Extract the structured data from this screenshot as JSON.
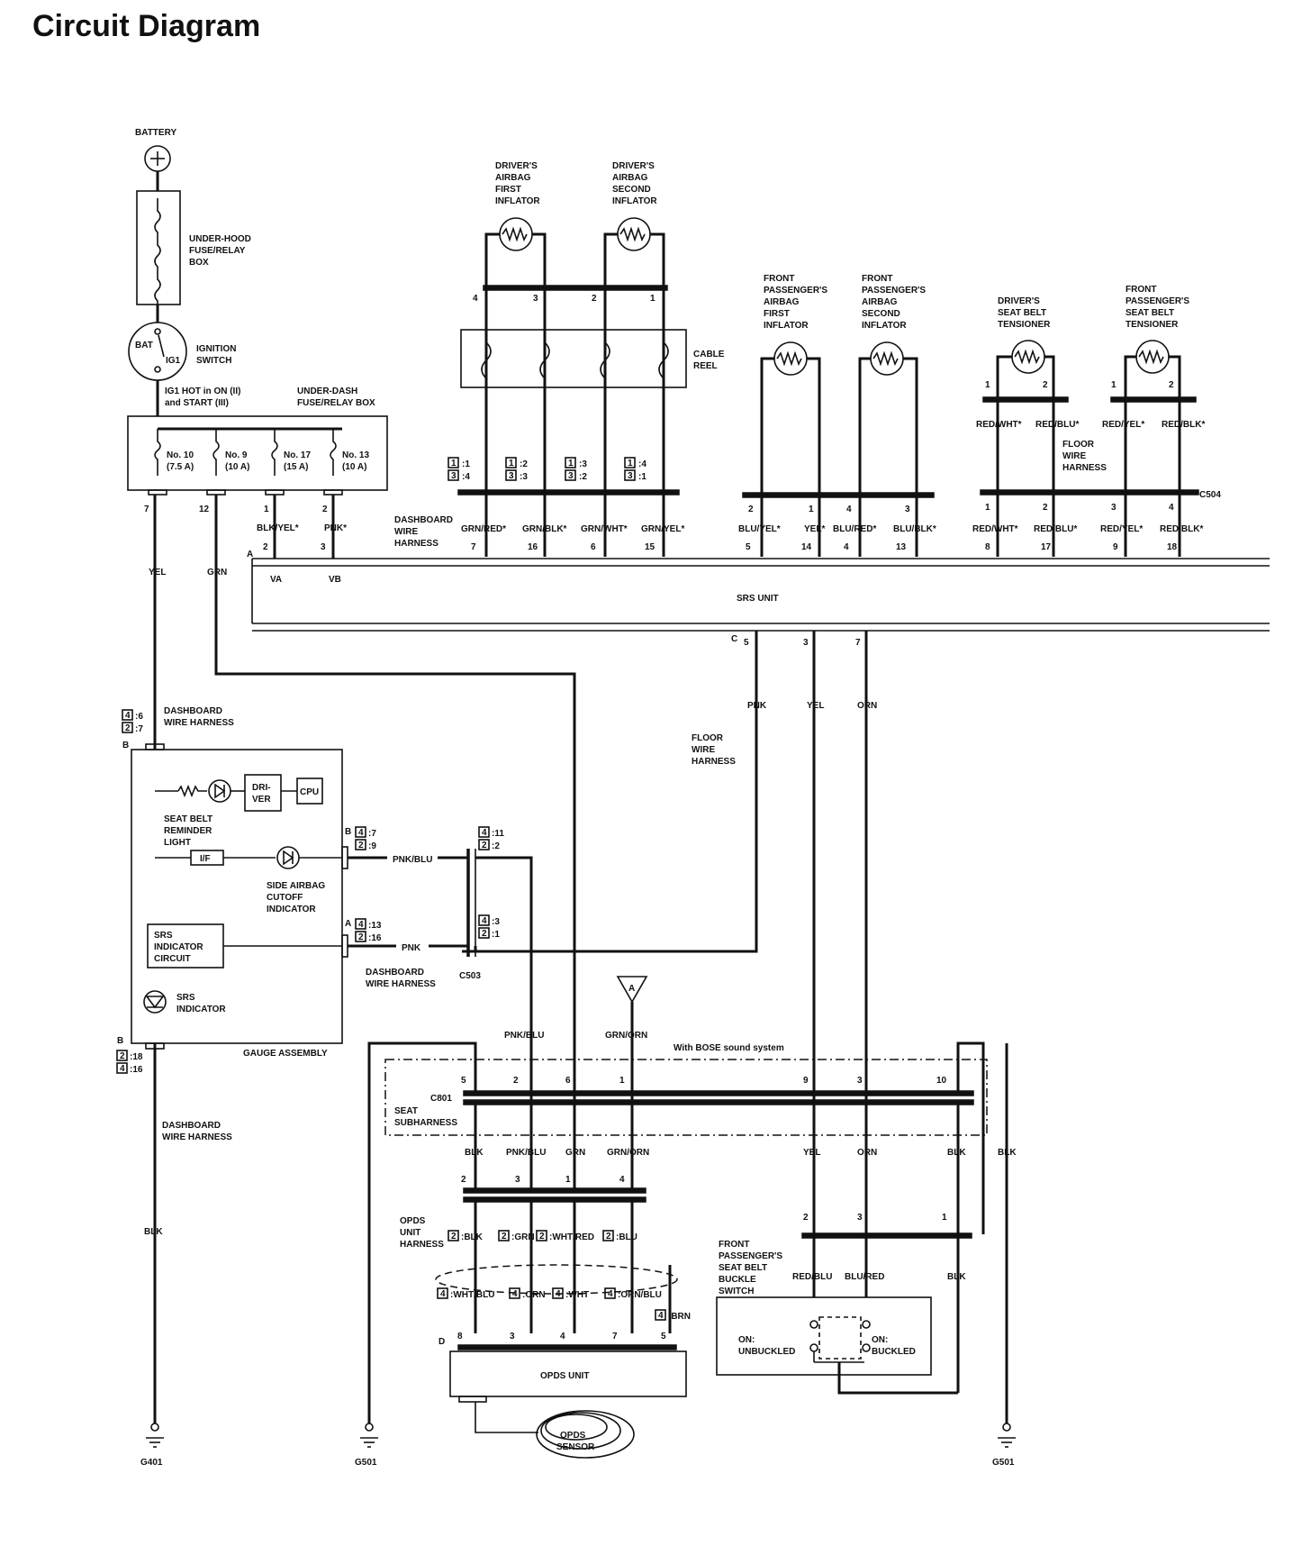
{
  "title": "Circuit Diagram",
  "labels": {
    "battery": "BATTERY",
    "underhood_fuse": [
      "UNDER-HOOD",
      "FUSE/RELAY",
      "BOX"
    ],
    "ignition_switch": [
      "IGNITION",
      "SWITCH"
    ],
    "bat": "BAT",
    "ig1": "IG1",
    "ig1_hot": [
      "IG1 HOT in ON (II)",
      "and START (III)"
    ],
    "underdash_fuse": [
      "UNDER-DASH",
      "FUSE/RELAY BOX"
    ],
    "fuses": [
      [
        "No. 10",
        "(7.5 A)"
      ],
      [
        "No. 9",
        "(10 A)"
      ],
      [
        "No. 17",
        "(15 A)"
      ],
      [
        "No. 13",
        "(10 A)"
      ]
    ],
    "drv_inf1": [
      "DRIVER'S",
      "AIRBAG",
      "FIRST",
      "INFLATOR"
    ],
    "drv_inf2": [
      "DRIVER'S",
      "AIRBAG",
      "SECOND",
      "INFLATOR"
    ],
    "cable_reel": [
      "CABLE",
      "REEL"
    ],
    "fp_inf1": [
      "FRONT",
      "PASSENGER'S",
      "AIRBAG",
      "FIRST",
      "INFLATOR"
    ],
    "fp_inf2": [
      "FRONT",
      "PASSENGER'S",
      "AIRBAG",
      "SECOND",
      "INFLATOR"
    ],
    "drv_tens": [
      "DRIVER'S",
      "SEAT BELT",
      "TENSIONER"
    ],
    "fp_tens": [
      "FRONT",
      "PASSENGER'S",
      "SEAT BELT",
      "TENSIONER"
    ],
    "floor_wire_harness": [
      "FLOOR",
      "WIRE",
      "HARNESS"
    ],
    "dashboard_wire_harness": [
      "DASHBOARD",
      "WIRE",
      "HARNESS"
    ],
    "dashboard_wire_harness_2": [
      "DASHBOARD",
      "WIRE HARNESS"
    ],
    "c504": "C504",
    "c503": "C503",
    "c801": "C801",
    "srs_unit": "SRS UNIT",
    "va": "VA",
    "vb": "VB",
    "conn_a": "A",
    "conn_b": "B",
    "conn_c": "C",
    "conn_d": "D",
    "seat_belt_reminder": [
      "SEAT BELT",
      "REMINDER",
      "LIGHT"
    ],
    "driver": [
      "DRI-",
      "VER"
    ],
    "cpu": "CPU",
    "if": "I/F",
    "side_airbag_cutoff": [
      "SIDE AIRBAG",
      "CUTOFF",
      "INDICATOR"
    ],
    "srs_indicator_circuit": [
      "SRS",
      "INDICATOR",
      "CIRCUIT"
    ],
    "srs_indicator": [
      "SRS",
      "INDICATOR"
    ],
    "gauge_assembly": "GAUGE ASSEMBLY",
    "with_bose": "With BOSE sound system",
    "seat_subharness": [
      "SEAT",
      "SUBHARNESS"
    ],
    "opds_unit_harness": [
      "OPDS",
      "UNIT",
      "HARNESS"
    ],
    "opds_unit": "OPDS UNIT",
    "opds_sensor": [
      "OPDS",
      "SENSOR"
    ],
    "fp_buckle": [
      "FRONT",
      "PASSENGER'S",
      "SEAT BELT",
      "BUCKLE",
      "SWITCH"
    ],
    "on_unbuckled": [
      "ON:",
      "UNBUCKLED"
    ],
    "on_buckled": [
      "ON:",
      "BUCKLED"
    ],
    "g401": "G401",
    "g501a": "G501",
    "g501b": "G501",
    "ground_ref": "A"
  },
  "wires": {
    "yel": "YEL",
    "grn": "GRN",
    "blk": "BLK",
    "pnk": "PNK",
    "orn": "ORN",
    "pnk_blu": "PNK/BLU",
    "grn_orn": "GRN/ORN",
    "blk_yel": "BLK/YEL*",
    "pnk_s": "PNK*",
    "grn_red": "GRN/RED*",
    "grn_blk": "GRN/BLK*",
    "grn_wht": "GRN/WHT*",
    "grn_yel": "GRN/YEL*",
    "blu_yel": "BLU/YEL*",
    "yel_s": "YEL*",
    "blu_red": "BLU/RED*",
    "blu_blk": "BLU/BLK*",
    "red_wht": "RED/WHT*",
    "red_blu": "RED/BLU*",
    "red_yel": "RED/YEL*",
    "red_blk": "RED/BLK*",
    "red_blu_plain": "RED/BLU",
    "blu_red_plain": "BLU/RED",
    "opds_top": [
      ":BLK",
      ":GRN",
      ":WHT/RED",
      ":BLU"
    ],
    "opds_bot": [
      ":WHT/BLU",
      ":ORN",
      ":WHT",
      ":ORN/BLU"
    ],
    "brn": ":BRN"
  },
  "pins": {
    "fuse_out": [
      "7",
      "12",
      "1",
      "2"
    ],
    "srs_va_vb": [
      "2",
      "3"
    ],
    "inflator_top": [
      "4",
      "3",
      "2",
      "1"
    ],
    "inflator_pairs": [
      ":1",
      ":4",
      ":2",
      ":3",
      ":3",
      ":2",
      ":4",
      ":1"
    ],
    "srs_a_drv": [
      "7",
      "16",
      "6",
      "15"
    ],
    "fp_top": [
      "2",
      "1",
      "4",
      "3"
    ],
    "fp_srs": [
      "5",
      "14",
      "4",
      "13"
    ],
    "tens_top": [
      "1",
      "2",
      "1",
      "2"
    ],
    "tens_c504": [
      "1",
      "2",
      "3",
      "4"
    ],
    "tens_srs": [
      "8",
      "17",
      "9",
      "18"
    ],
    "srs_c": [
      "5",
      "3",
      "7"
    ],
    "gauge_b_top": [
      ":6",
      ":7"
    ],
    "gauge_b_pnkblu": [
      ":7",
      ":9"
    ],
    "gauge_a_pnk": [
      ":13",
      ":16"
    ],
    "c503_top": [
      ":11",
      ":2"
    ],
    "c503_bot": [
      ":3",
      ":1"
    ],
    "gauge_b_bot": [
      ":18",
      ":16"
    ],
    "c801_top": [
      "5",
      "2",
      "6",
      "1",
      "9",
      "3",
      "10"
    ],
    "c801_bot": [
      "2",
      "3",
      "1",
      "4"
    ],
    "opds_d": [
      "8",
      "3",
      "4",
      "7",
      "5"
    ],
    "buckle": [
      "2",
      "3",
      "1"
    ],
    "mark2": "2",
    "mark4": "4",
    "mark1": "1",
    "mark3": "3"
  },
  "ui": {
    "zoom_level": "100%"
  }
}
